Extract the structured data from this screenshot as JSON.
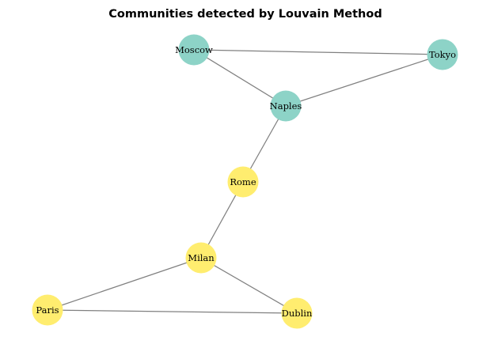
{
  "title": "Communities detected by Louvain Method",
  "communities": {
    "teal": "#8dd3c7",
    "yellow": "#ffed6f"
  },
  "nodes": [
    {
      "id": "moscow",
      "label": "Moscow",
      "community": "teal"
    },
    {
      "id": "tokyo",
      "label": "Tokyo",
      "community": "teal"
    },
    {
      "id": "naples",
      "label": "Naples",
      "community": "teal"
    },
    {
      "id": "rome",
      "label": "Rome",
      "community": "yellow"
    },
    {
      "id": "milan",
      "label": "Milan",
      "community": "yellow"
    },
    {
      "id": "paris",
      "label": "Paris",
      "community": "yellow"
    },
    {
      "id": "dublin",
      "label": "Dublin",
      "community": "yellow"
    }
  ],
  "edges": [
    [
      "moscow",
      "tokyo"
    ],
    [
      "moscow",
      "naples"
    ],
    [
      "naples",
      "tokyo"
    ],
    [
      "naples",
      "rome"
    ],
    [
      "rome",
      "milan"
    ],
    [
      "milan",
      "paris"
    ],
    [
      "milan",
      "dublin"
    ],
    [
      "paris",
      "dublin"
    ]
  ]
}
